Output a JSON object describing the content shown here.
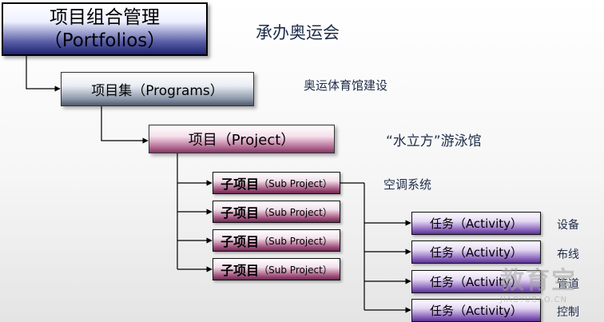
{
  "portfolio": {
    "line1": "项目组合管理",
    "line2": "（Portfolios）"
  },
  "program": {
    "label": "项目集（Programs）"
  },
  "project": {
    "label": "项目（Project）"
  },
  "sub_projects": [
    {
      "big": "子项目",
      "small": "（Sub Project）"
    },
    {
      "big": "子项目",
      "small": "（Sub Project）"
    },
    {
      "big": "子项目",
      "small": "（Sub Project）"
    },
    {
      "big": "子项目",
      "small": "（Sub Project）"
    }
  ],
  "activities": [
    {
      "label": "任务（Activity）",
      "note": "设备"
    },
    {
      "label": "任务（Activity）",
      "note": "布线"
    },
    {
      "label": "任务（Activity）",
      "note": "管道"
    },
    {
      "label": "任务（Activity）",
      "note": "控制"
    }
  ],
  "annotations": {
    "main": "承办奥运会",
    "program": "奥运体育馆建设",
    "project": "“水立方”游泳馆",
    "sub_project": "空调系统"
  },
  "watermark": {
    "big": "教育宝",
    "small": "JIAOYUBAO.CN"
  }
}
